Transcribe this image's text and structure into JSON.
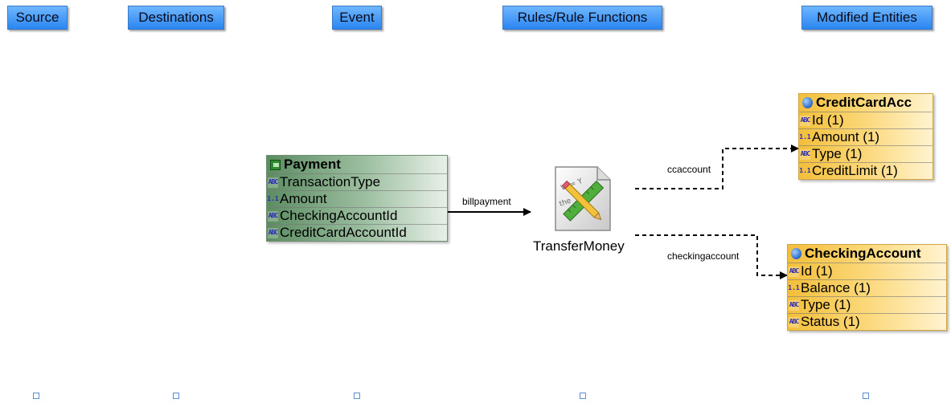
{
  "lanes": [
    "Source",
    "Destinations",
    "Event",
    "Rules/Rule Functions",
    "Modified Entities"
  ],
  "event": {
    "name": "Payment",
    "fields": [
      {
        "label": "TransactionType",
        "type": "text"
      },
      {
        "label": "Amount",
        "type": "number"
      },
      {
        "label": "CheckingAccountId",
        "type": "text"
      },
      {
        "label": "CreditCardAccountId",
        "type": "text"
      }
    ]
  },
  "rule": {
    "name": "TransferMoney",
    "icon": "rule-function-icon"
  },
  "edges": {
    "event_to_rule": "billpayment",
    "rule_to_cc": "ccaccount",
    "rule_to_checking": "checkingaccount"
  },
  "concepts": [
    {
      "name": "CreditCardAcc",
      "fields": [
        {
          "label": "Id (1)",
          "type": "text"
        },
        {
          "label": "Amount (1)",
          "type": "number"
        },
        {
          "label": "Type (1)",
          "type": "text"
        },
        {
          "label": "CreditLimit (1)",
          "type": "number"
        }
      ]
    },
    {
      "name": "CheckingAccount",
      "fields": [
        {
          "label": "Id (1)",
          "type": "text"
        },
        {
          "label": "Balance (1)",
          "type": "number"
        },
        {
          "label": "Type (1)",
          "type": "text"
        },
        {
          "label": "Status (1)",
          "type": "text"
        }
      ]
    }
  ],
  "colors": {
    "lane_header": "#2a86f0",
    "event_box": "#5c8c62",
    "concept_box": "#f3bf3a",
    "connector": "#000000"
  }
}
